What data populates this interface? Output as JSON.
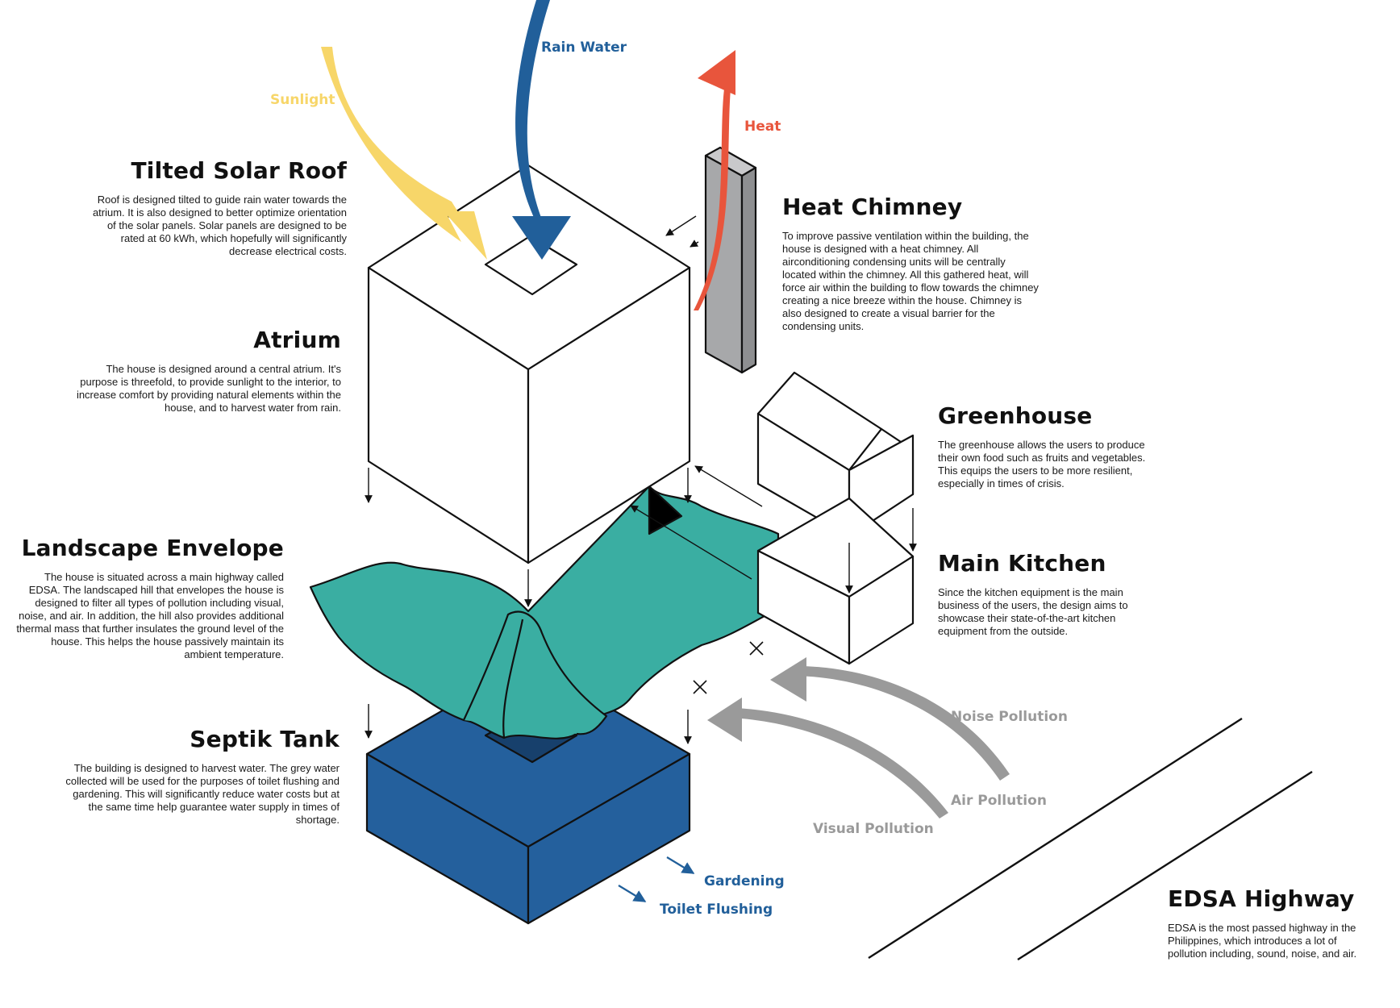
{
  "colors": {
    "sunlight": "#f7d669",
    "rain": "#215f9a",
    "heat": "#e8553c",
    "landscape": "#3aaea2",
    "septic": "#24609d",
    "pollution": "#9a9a9a",
    "chimney": "#a7a8aa"
  },
  "flows": {
    "sunlight": "Sunlight",
    "rain_water": "Rain Water",
    "heat": "Heat",
    "noise_pollution": "Noise Pollution",
    "air_pollution": "Air Pollution",
    "visual_pollution": "Visual Pollution",
    "gardening": "Gardening",
    "toilet_flushing": "Toilet Flushing"
  },
  "sections": {
    "roof": {
      "title": "Tilted Solar Roof",
      "text": "Roof is designed tilted to guide rain water towards the atrium. It is also designed to better optimize orientation of the solar panels. Solar panels are designed to be rated at 60 kWh, which hopefully will significantly decrease electrical costs."
    },
    "atrium": {
      "title": "Atrium",
      "text": "The house is designed around a central atrium. It's purpose is threefold, to provide sunlight to the interior, to increase comfort by providing natural elements within the house, and to harvest water from rain."
    },
    "landscape": {
      "title": "Landscape Envelope",
      "text": "The house is situated across a main highway called EDSA. The landscaped hill that envelopes the house is designed to filter all types of pollution including visual, noise, and air. In addition, the hill also provides additional thermal mass that further insulates the ground level of the house. This helps the house passively maintain its ambient temperature."
    },
    "septic": {
      "title": "Septik Tank",
      "text": "The building is designed to harvest water. The grey water collected will be used for the purposes of toilet flushing and gardening. This will significantly reduce water costs but at the same time help guarantee water supply in times of shortage."
    },
    "chimney": {
      "title": "Heat Chimney",
      "text": "To improve passive ventilation within the building, the house is designed with a heat chimney. All airconditioning condensing units will be centrally located within the chimney. All this gathered heat, will force air within the building to flow towards the chimney creating a nice breeze within the house. Chimney is also designed to create a visual barrier for the condensing units."
    },
    "greenhouse": {
      "title": "Greenhouse",
      "text": "The greenhouse allows the users to produce their own food such as fruits and vegetables. This equips the users to be more resilient, especially in times of crisis."
    },
    "kitchen": {
      "title": "Main Kitchen",
      "text": "Since the kitchen equipment is the main business of the users, the design aims to showcase their state-of-the-art kitchen equipment from the outside."
    },
    "highway": {
      "title": "EDSA Highway",
      "text": "EDSA is the most passed highway in the Philippines, which introduces a lot of pollution including, sound, noise, and air."
    }
  }
}
